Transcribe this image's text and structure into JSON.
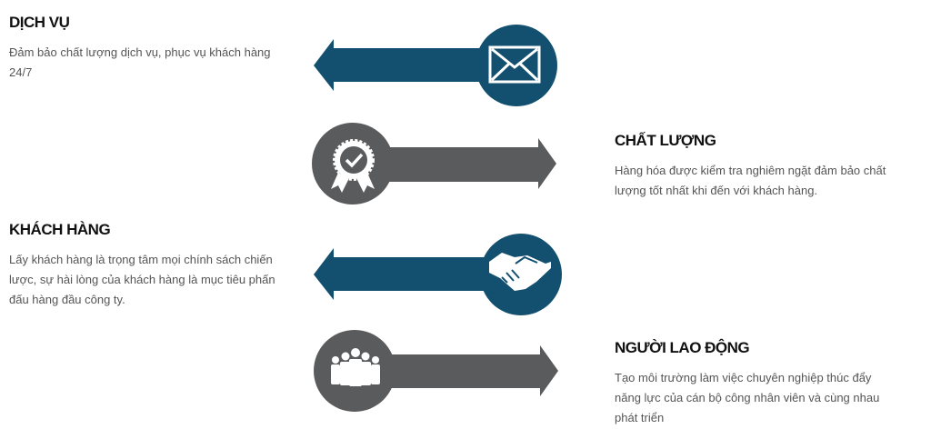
{
  "colors": {
    "blue": "#13506f",
    "gray": "#5a5b5d"
  },
  "items": [
    {
      "title": "DỊCH VỤ",
      "description": "Đảm bảo chất lượng dịch vụ, phục vụ khách hàng 24/7",
      "icon": "envelope-icon"
    },
    {
      "title": "CHẤT LƯỢNG",
      "description": "Hàng hóa được kiểm tra nghiêm ngặt đảm bảo chất lượng tốt nhất khi đến với khách hàng.",
      "icon": "award-badge-icon"
    },
    {
      "title": "KHÁCH HÀNG",
      "description": "Lấy khách hàng là trọng tâm mọi chính sách chiến lược, sự hài lòng của khách hàng là mục tiêu phấn đấu hàng đầu công ty.",
      "icon": "handshake-icon"
    },
    {
      "title": "NGƯỜI LAO ĐỘNG",
      "description": "Tạo môi trường làm việc chuyên nghiệp thúc đẩy năng lực của cán bộ công nhân viên và cùng nhau phát triển",
      "icon": "workers-group-icon"
    }
  ]
}
